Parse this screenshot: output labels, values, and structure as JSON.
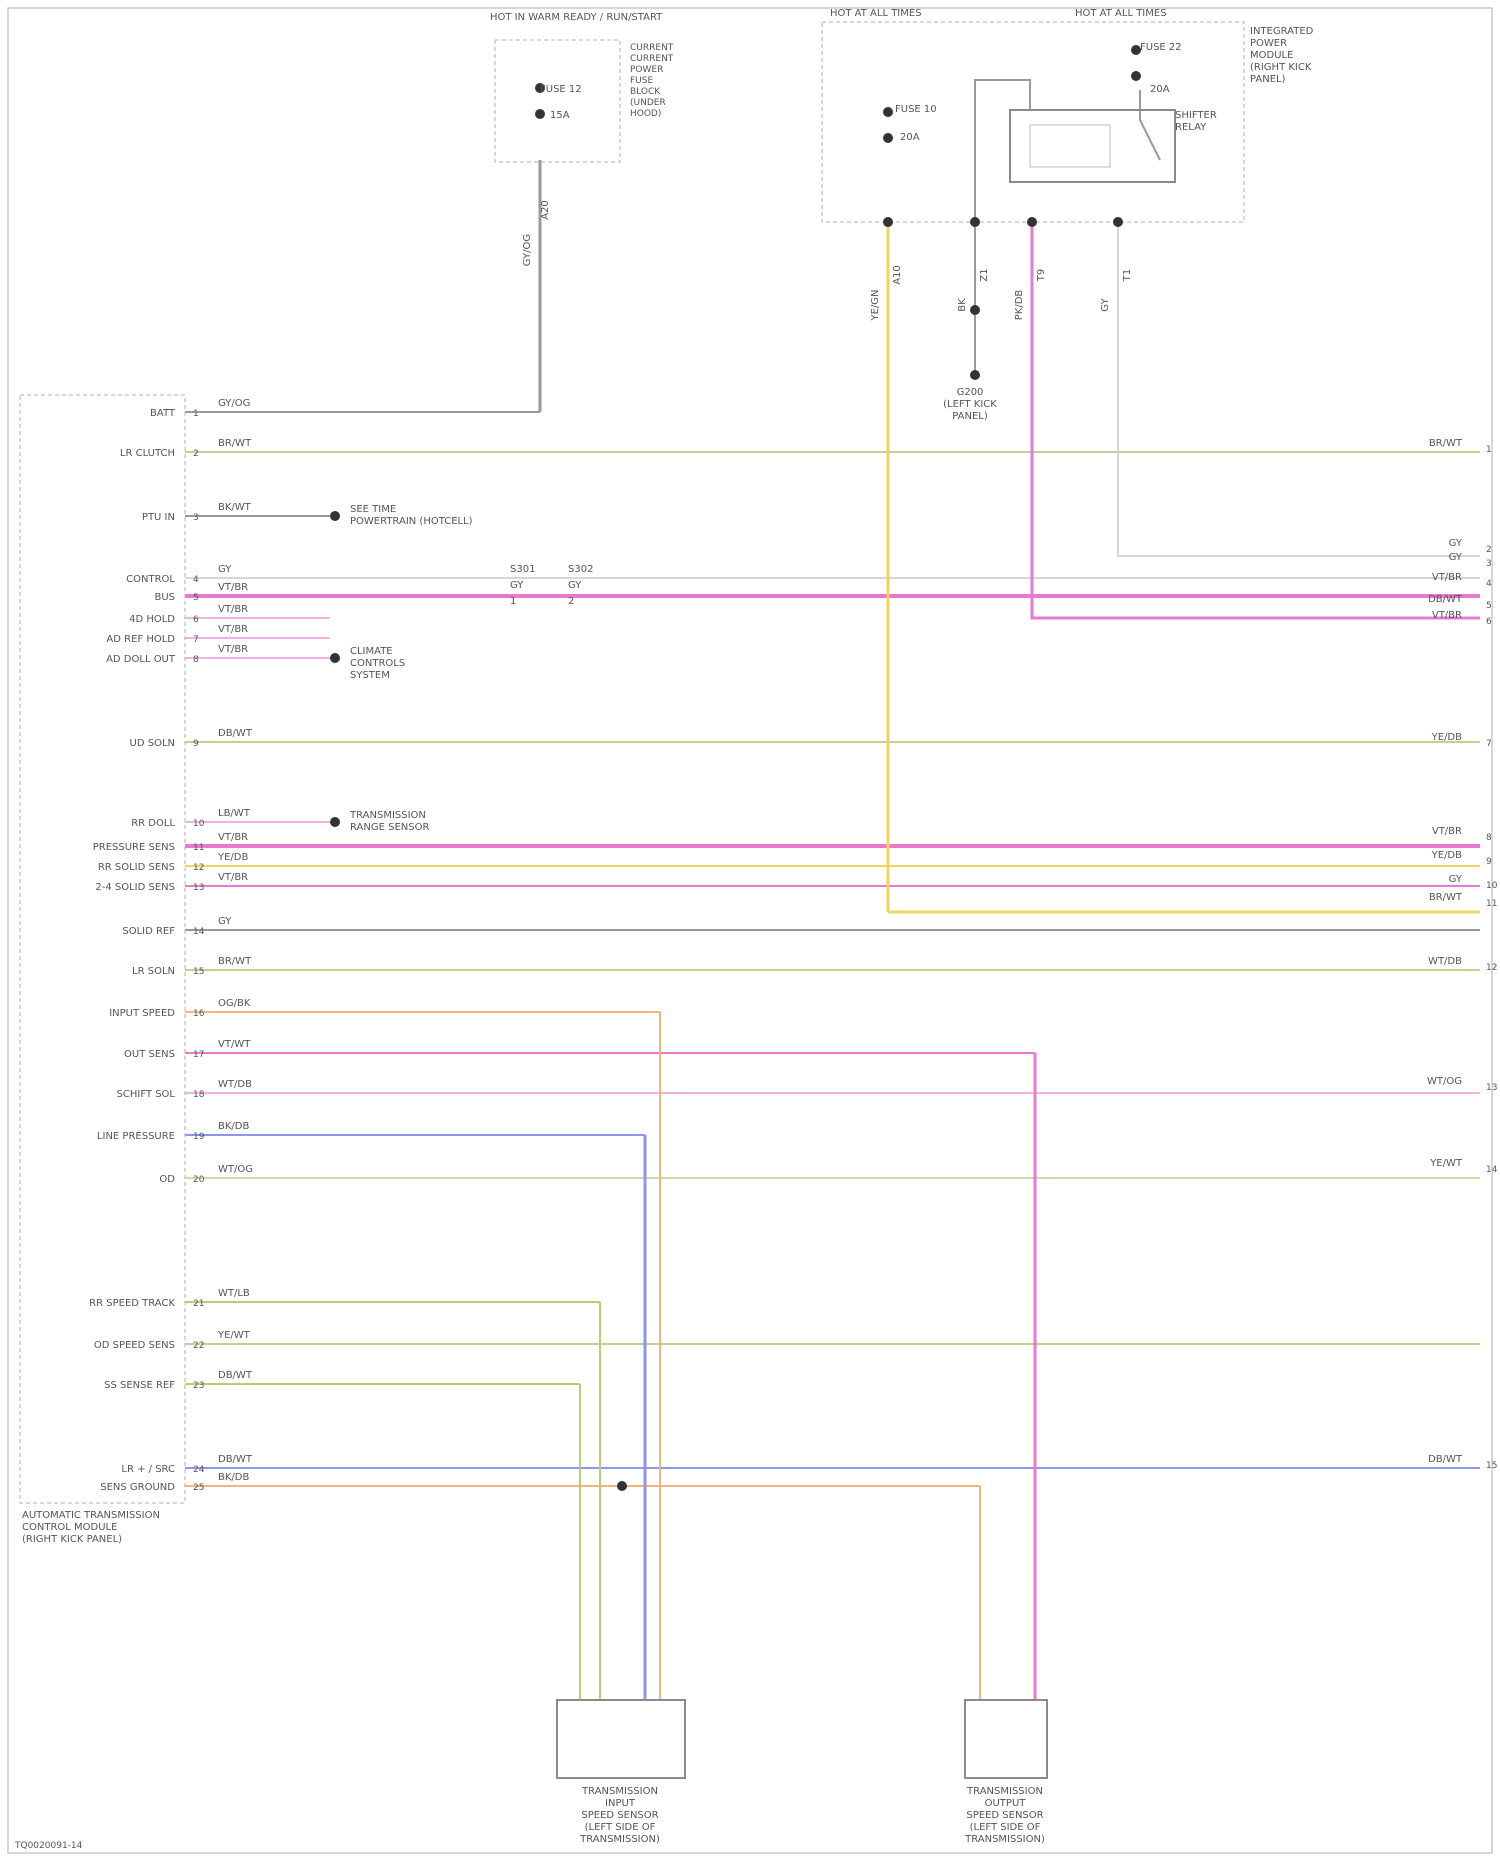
{
  "diagram": {
    "footer_id": "TQ0020091-14",
    "top_components": {
      "relay_box": {
        "header": "HOT IN WARM READY / RUN/START",
        "body": "CURRENT\nCURRENT\nPOWER\nFUSE\nBLOCK\n(UNDER\nHOOD)",
        "fuse": "FUSE 12",
        "fuse_rating": "15A",
        "wire_id": "A20",
        "wire_color": "GY/OG"
      },
      "hot_left": {
        "header": "HOT AT ALL TIMES",
        "fuse": "FUSE 10",
        "fuse_rating": "20A"
      },
      "hot_right": {
        "header": "HOT AT ALL TIMES",
        "fuse": "FUSE 22",
        "fuse_rating": "20A",
        "relay": "SHIFTER\nRELAY",
        "panel": "INTEGRATED\nPOWER\nMODULE\n(RIGHT KICK\nPANEL)"
      },
      "ground": {
        "label": "G200\n(LEFT KICK\nPANEL)"
      },
      "pin_wires": [
        {
          "id": "pin-1",
          "wire": "YE/GN",
          "circuit": "A10"
        },
        {
          "id": "pin-2",
          "wire": "BK",
          "circuit": "Z1"
        },
        {
          "id": "pin-3",
          "wire": "PK/DB",
          "circuit": "T9"
        },
        {
          "id": "pin-4",
          "wire": "GY",
          "circuit": "T1"
        }
      ]
    },
    "left_module": {
      "title": "AUTOMATIC TRANSMISSION\nCONTROL MODULE\n(RIGHT KICK PANEL)",
      "rows": [
        {
          "pin": "1",
          "label": "BATT",
          "wire": "GY/OG"
        },
        {
          "pin": "2",
          "label": "LR CLUTCH",
          "wire": "BR/WT"
        },
        {
          "pin": "3",
          "label": "PTU IN",
          "wire": "BK/WT",
          "note": "SEE TIME\nPOWERTRAIN (HOTCELL)"
        },
        {
          "pin": "4",
          "label": "CONTROL",
          "wire": "GY"
        },
        {
          "pin": "5",
          "label": "BUS",
          "wire": "VT/BR"
        },
        {
          "pin": "6",
          "label": "4D HOLD",
          "wire": "VT/BR"
        },
        {
          "pin": "7",
          "label": "AD REF HOLD",
          "wire": "VT/BR"
        },
        {
          "pin": "8",
          "label": "AD DOLL OUT",
          "wire": "VT/BR",
          "note": "CLIMATE\nCONTROLS\nSYSTEM"
        },
        {
          "pin": "9",
          "label": "UD SOLN",
          "wire": "DB/WT"
        },
        {
          "pin": "10",
          "label": "RR DOLL",
          "wire": "LB/WT",
          "note": "TRANSMISSION\nRANGE SENSOR"
        },
        {
          "pin": "11",
          "label": "PRESSURE SENS",
          "wire": "VT/BR"
        },
        {
          "pin": "12",
          "label": "RR SOLID SENS",
          "wire": "YE/DB"
        },
        {
          "pin": "13",
          "label": "2-4 SOLID SENS",
          "wire": "VT/BR"
        },
        {
          "pin": "14",
          "label": "SOLID REF",
          "wire": "GY"
        },
        {
          "pin": "15",
          "label": "LR SOLN",
          "wire": "BR/WT"
        },
        {
          "pin": "16",
          "label": "INPUT SPEED",
          "wire": "OG/BK"
        },
        {
          "pin": "17",
          "label": "OUT SENS",
          "wire": "VT/WT"
        },
        {
          "pin": "18",
          "label": "SCHIFT SOL",
          "wire": "WT/DB"
        },
        {
          "pin": "19",
          "label": "LINE PRESSURE",
          "wire": "BK/DB"
        },
        {
          "pin": "20",
          "label": "OD",
          "wire": "WT/OG"
        },
        {
          "pin": "21",
          "label": "RR SPEED TRACK",
          "wire": "WT/LB"
        },
        {
          "pin": "22",
          "label": "OD SPEED SENS",
          "wire": "YE/WT"
        },
        {
          "pin": "23",
          "label": "SS SENSE REF",
          "wire": "DB/WT"
        },
        {
          "pin": "24",
          "label": "LR + / SRC",
          "wire": "DB/WT"
        },
        {
          "pin": "25",
          "label": "SENS GROUND",
          "wire": "BK/DB"
        }
      ]
    },
    "right_labels": [
      {
        "label": "BR/WT",
        "pin": "1"
      },
      {
        "label": "GY",
        "pin": "2"
      },
      {
        "label": "GY",
        "pin": "3"
      },
      {
        "label": "VT/BR",
        "pin": "4"
      },
      {
        "label": "DB/WT",
        "pin": "5"
      },
      {
        "label": "VT/BR",
        "pin": "6"
      },
      {
        "label": "YE/DB",
        "pin": "7"
      },
      {
        "label": "VT/BR",
        "pin": "8"
      },
      {
        "label": "YE/DB",
        "pin": "9"
      },
      {
        "label": "GY",
        "pin": "10"
      },
      {
        "label": "BR/WT",
        "pin": "11"
      },
      {
        "label": "WT/DB",
        "pin": "12"
      },
      {
        "label": "WT/OG",
        "pin": "13"
      },
      {
        "label": "YE/WT",
        "pin": "14"
      },
      {
        "label": "DB/WT",
        "pin": "15"
      }
    ],
    "splices": [
      {
        "id": "sp-1",
        "a": "S301",
        "b": "GY",
        "c": "1"
      },
      {
        "id": "sp-2",
        "a": "S302",
        "b": "GY",
        "c": "2"
      }
    ],
    "bottom_components": {
      "input_sensor": {
        "label": "TRANSMISSION\nINPUT\nSPEED SENSOR\n(LEFT SIDE OF\nTRANSMISSION)"
      },
      "output_sensor": {
        "label": "TRANSMISSION\nOUTPUT\nSPEED SENSOR\n(LEFT SIDE OF\nTRANSMISSION)"
      }
    }
  }
}
